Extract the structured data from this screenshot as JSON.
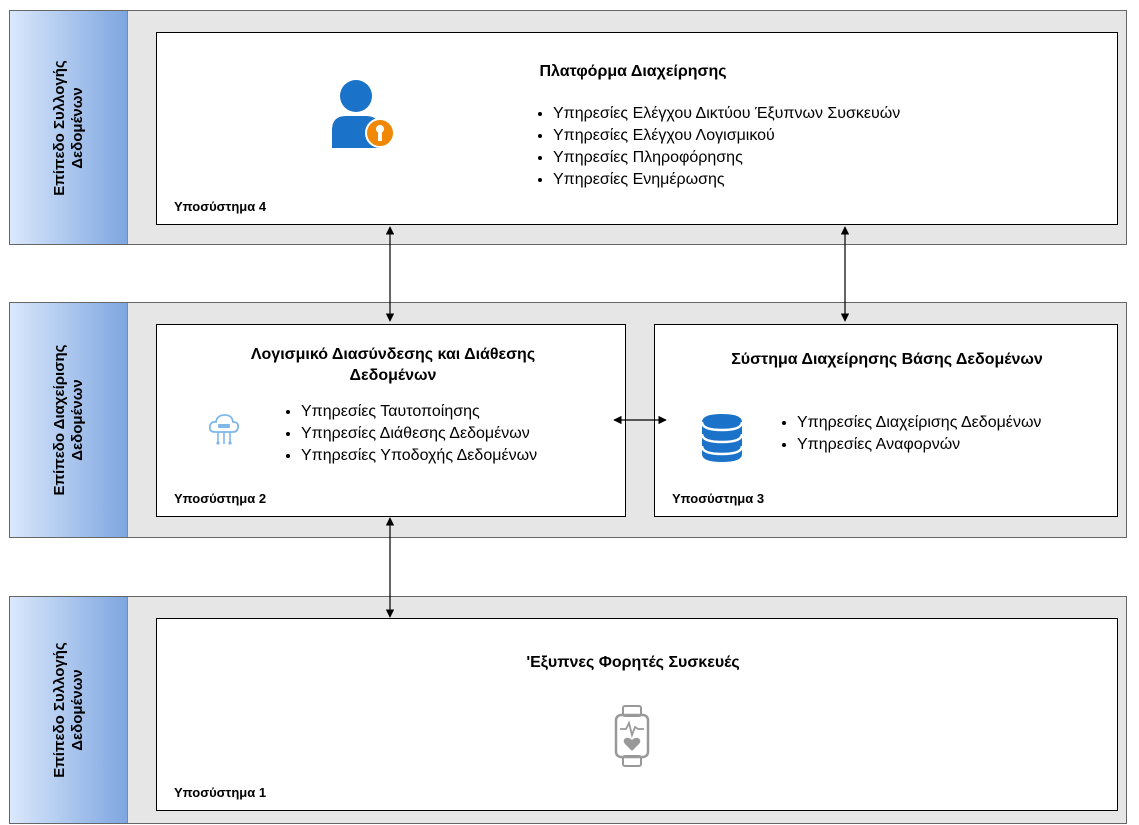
{
  "layers": {
    "top_label": "Επίπεδο Συλλογής\nΔεδομένων",
    "middle_label": "Επίπεδο Διαχείρισης\nΔεδομένων",
    "bottom_label": "Επίπεδο Συλλογής\nΔεδομένων"
  },
  "subsystem4": {
    "title": "Πλατφόρμα Διαχείρησης",
    "services": [
      "Υπηρεσίες Ελέγχου Δικτύου Έξυπνων Συσκευών",
      "Υπηρεσίες Ελέγχου Λογισμικού",
      "Υπηρεσίες Πληροφόρησης",
      "Υπηρεσίες Ενημέρωσης"
    ],
    "label": "Υποσύστημα 4",
    "icon": "user-admin-icon",
    "icon_color": "#1a73c8",
    "badge_color": "#f08705"
  },
  "subsystem2": {
    "title": "Λογισμικό Διασύνδεσης και Διάθεσης Δεδομένων",
    "services": [
      "Υπηρεσίες Ταυτοποίησης",
      "Υπηρεσίες Διάθεσης Δεδομένων",
      "Υπηρεσίες Υποδοχής Δεδομένων"
    ],
    "label": "Υποσύστημα 2",
    "icon": "cloud-api-icon",
    "icon_color": "#7fb8e8"
  },
  "subsystem3": {
    "title": "Σύστημα Διαχείρησης Βάσης Δεδομένων",
    "services": [
      "Υπηρεσίες Διαχείρισης Δεδομένων",
      "Υπηρεσίες Αναφορνών"
    ],
    "label": "Υποσύστημα 3",
    "icon": "database-icon",
    "icon_color": "#1a73c8"
  },
  "subsystem1": {
    "title": "'Εξυπνες Φορητές Συσκευές",
    "label": "Υποσύστημα 1",
    "icon": "smartwatch-icon",
    "icon_color": "#999999"
  }
}
